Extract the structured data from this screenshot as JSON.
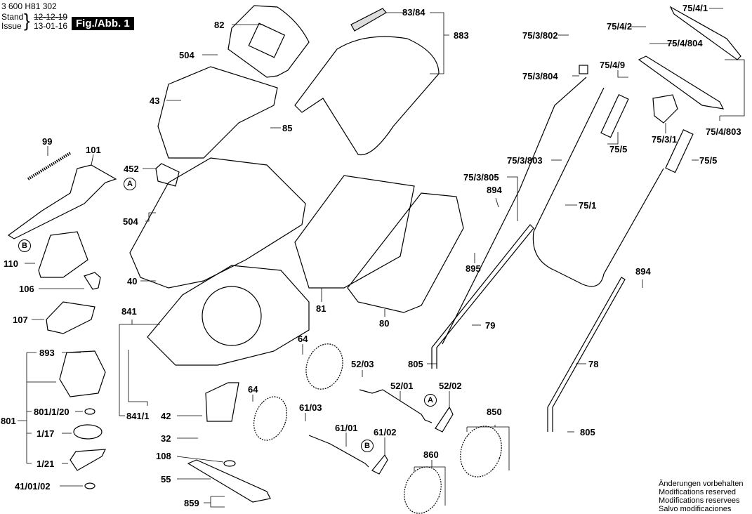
{
  "header": {
    "doc_number": "3 600 H81 302",
    "stand_label": "Stand",
    "issue_label": "Issue",
    "old_date": "12-12-19",
    "new_date": "13-01-16",
    "figure_badge": "Fig./Abb. 1"
  },
  "labels": {
    "p82": "82",
    "p8384": "83/84",
    "p883": "883",
    "p504a": "504",
    "p43": "43",
    "p85": "85",
    "p99": "99",
    "p101": "101",
    "p452": "452",
    "p504b": "504",
    "p110": "110",
    "p106": "106",
    "p107": "107",
    "p40": "40",
    "p81": "81",
    "p80": "80",
    "p841": "841",
    "p8411": "841/1",
    "p893": "893",
    "p801": "801",
    "p801120": "801/1/20",
    "p117": "1/17",
    "p121": "1/21",
    "p410102": "41/01/02",
    "p42": "42",
    "p32": "32",
    "p108": "108",
    "p55": "55",
    "p859": "859",
    "p64a": "64",
    "p64b": "64",
    "p5203": "52/03",
    "p5201": "52/01",
    "p5202": "52/02",
    "p6103": "61/03",
    "p6101": "61/01",
    "p6102": "61/02",
    "p850": "850",
    "p860": "860",
    "p805a": "805",
    "p805b": "805",
    "p79": "79",
    "p78": "78",
    "p895": "895",
    "p894a": "894",
    "p894b": "894",
    "p753805": "75/3/805",
    "p753803": "75/3/803",
    "p751": "75/1",
    "p755a": "75/5",
    "p755b": "75/5",
    "p7531": "75/3/1",
    "p754803": "75/4/803",
    "p7549": "75/4/9",
    "p754804": "75/4/804",
    "p7542": "75/4/2",
    "p7541": "75/4/1",
    "p753802": "75/3/802",
    "p753804": "75/3/804"
  },
  "callouts": {
    "a1": "A",
    "a2": "A",
    "b1": "B",
    "b2": "B"
  },
  "footer": {
    "line1": "Änderungen vorbehalten",
    "line2": "Modifications reserved",
    "line3": "Modifications reservees",
    "line4": "Salvo modificaciones"
  }
}
